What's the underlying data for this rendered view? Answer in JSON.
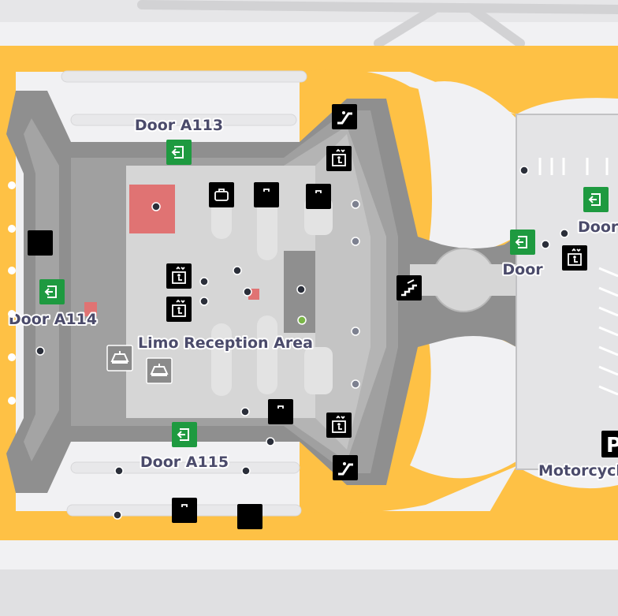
{
  "labels": {
    "door_a113": "Door A113",
    "door_a114": "Door A114",
    "door_a115": "Door A115",
    "limo_reception": "Limo Reception Area",
    "door_center": "Door",
    "door_right": "Door",
    "motorcycle": "Motorcycle",
    "parking": "P"
  },
  "colors": {
    "background": "#f1f1f3",
    "road": "#fec145",
    "terminal_dark": "#8f8f8f",
    "terminal_mid": "#b4b4b4",
    "terminal_light": "#d6d6d6",
    "restricted": "#e07373",
    "exit_green": "#1e9a40",
    "poi_dot": "#2b2f3a"
  },
  "icons": {
    "exit": "exit-icon",
    "baggage": "baggage-icon",
    "elevator": "accessible-elevator-icon",
    "escalator": "escalator-icon",
    "stairs": "stairs-icon",
    "bus": "bus-icon",
    "luggage_cart": "luggage-cart-icon",
    "parking": "parking-icon"
  }
}
